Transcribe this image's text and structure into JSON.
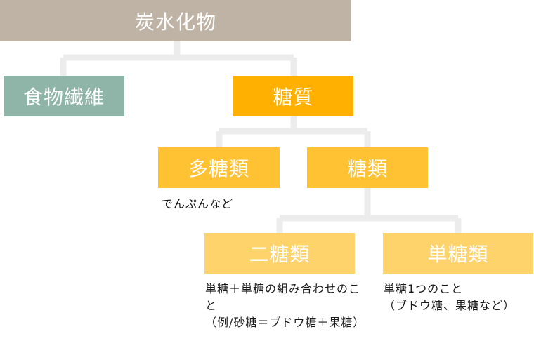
{
  "colors": {
    "root": "#bfb3a5",
    "fiber": "#8fb5a8",
    "sugar": "#ffb000",
    "mid": "#ffc233",
    "light": "#ffd36b",
    "connector": "#ececec"
  },
  "nodes": {
    "root": "炭水化物",
    "fiber": "食物繊維",
    "sugar": "糖質",
    "polysaccharide": "多糖類",
    "saccharide": "糖類",
    "disaccharide": "二糖類",
    "monosaccharide": "単糖類"
  },
  "notes": {
    "polysaccharide": "でんぷんなど",
    "disaccharide": "単糖＋単糖の組み合わせのこと\n（例/砂糖＝ブドウ糖＋果糖）",
    "monosaccharide": "単糖1つのこと\n（ブドウ糖、果糖など）"
  }
}
